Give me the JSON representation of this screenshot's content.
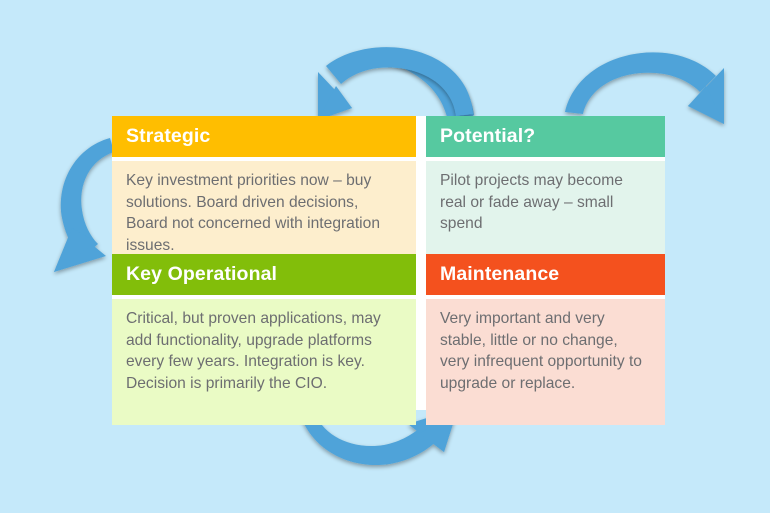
{
  "page": {
    "background_color": "#c5e9fa",
    "title": "Application portfolio quadrant matrix"
  },
  "colors": {
    "strategic_header": "#ffbe00",
    "strategic_body": "#fdeecd",
    "potential_header": "#56c9a0",
    "potential_body": "#e2f4ec",
    "key_operational_header": "#82be0a",
    "key_operational_body": "#eafbc5",
    "maintenance_header": "#f4511e",
    "maintenance_body": "#fbddd3",
    "arrow": "#4fa3d9",
    "header_text": "#ffffff",
    "body_text": "#6d6e71",
    "grid_line": "#ffffff"
  },
  "matrix": {
    "quadrants": [
      {
        "id": "strategic",
        "position": "top-left",
        "header": "Strategic",
        "body": "Key investment priorities now – buy solutions.  Board driven decisions, Board not concerned with integration issues.",
        "header_color": "#ffbe00",
        "body_color": "#fdeecd"
      },
      {
        "id": "potential",
        "position": "top-right",
        "header": "Potential?",
        "body": "Pilot projects may become real or fade away – small spend",
        "header_color": "#56c9a0",
        "body_color": "#e2f4ec"
      },
      {
        "id": "key-operational",
        "position": "bottom-left",
        "header": "Key Operational",
        "body": "Critical, but proven applications, may add functionality, upgrade platforms every few years. Integration is key. Decision is primarily the CIO.",
        "header_color": "#82be0a",
        "body_color": "#eafbc5"
      },
      {
        "id": "maintenance",
        "position": "bottom-right",
        "header": "Maintenance",
        "body": "Very important and very stable, little or no change, very infrequent opportunity to upgrade or replace.",
        "header_color": "#f4511e",
        "body_color": "#fbddd3"
      }
    ]
  },
  "arrows": [
    {
      "id": "arrow-top-left",
      "label": "potential-to-strategic-arrow",
      "direction": "right-to-left, curving over the top, pointing down-left",
      "color": "#4fa3d9"
    },
    {
      "id": "arrow-top-right",
      "label": "potential-outbound-arrow",
      "direction": "left-to-right, curving over the top, pointing down-right",
      "color": "#4fa3d9"
    },
    {
      "id": "arrow-left",
      "label": "strategic-to-key-operational-arrow",
      "direction": "top to bottom along the left side, pointing down",
      "color": "#4fa3d9"
    },
    {
      "id": "arrow-bottom",
      "label": "key-operational-to-maintenance-arrow",
      "direction": "left-to-right along the bottom, pointing up-right",
      "color": "#4fa3d9"
    }
  ]
}
